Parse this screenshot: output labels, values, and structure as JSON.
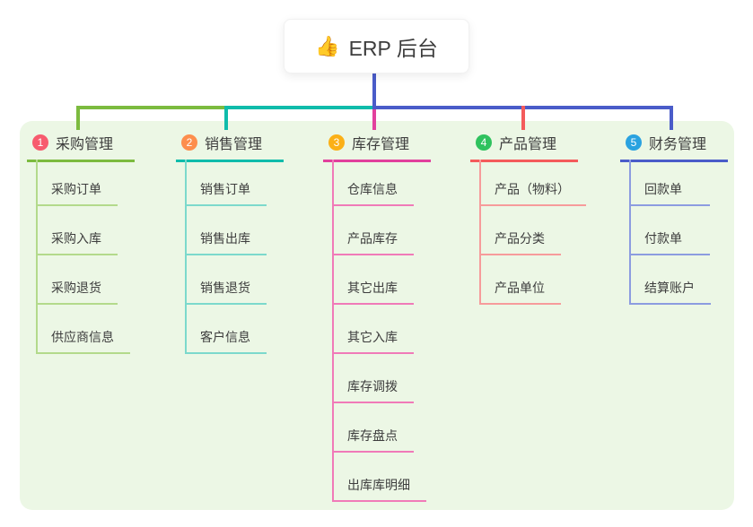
{
  "root": {
    "label": "ERP 后台",
    "emoji": "👍",
    "icon": "thumbs-up-icon",
    "connector_color": "#4a5cc9"
  },
  "panel_color": "#ecf7e5",
  "branches": [
    {
      "index": "1",
      "label": "采购管理",
      "badge_color": "#f75b6e",
      "line_color": "#7cbb3f",
      "child_line_color": "#b3da8b",
      "children": [
        "采购订单",
        "采购入库",
        "采购退货",
        "供应商信息"
      ]
    },
    {
      "index": "2",
      "label": "销售管理",
      "badge_color": "#fd8e4d",
      "line_color": "#0fbcab",
      "child_line_color": "#7cd9cc",
      "children": [
        "销售订单",
        "销售出库",
        "销售退货",
        "客户信息"
      ]
    },
    {
      "index": "3",
      "label": "库存管理",
      "badge_color": "#fbb017",
      "line_color": "#e2409d",
      "child_line_color": "#f07ab8",
      "children": [
        "仓库信息",
        "产品库存",
        "其它出库",
        "其它入库",
        "库存调拨",
        "库存盘点",
        "出库库明细"
      ]
    },
    {
      "index": "4",
      "label": "产品管理",
      "badge_color": "#2fc25e",
      "line_color": "#f45b5b",
      "child_line_color": "#f79b9b",
      "children": [
        "产品（物料）",
        "产品分类",
        "产品单位"
      ]
    },
    {
      "index": "5",
      "label": "财务管理",
      "badge_color": "#2aa2e0",
      "line_color": "#4a5cc9",
      "child_line_color": "#8c9ce0",
      "children": [
        "回款单",
        "付款单",
        "结算账户"
      ]
    }
  ]
}
